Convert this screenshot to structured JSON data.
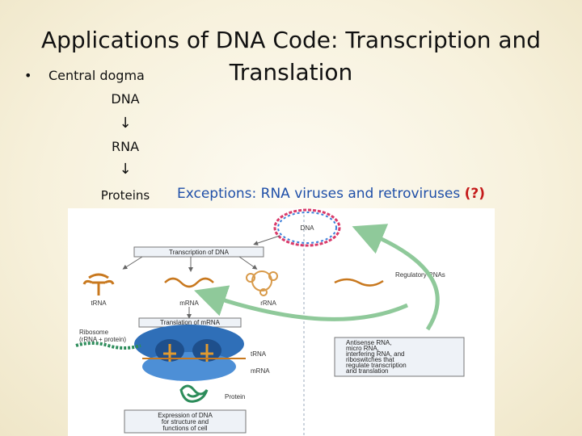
{
  "slide": {
    "title_line1": "Applications of DNA Code: Transcription and",
    "title_line2": "Translation",
    "bullet": "Central dogma",
    "dogma": {
      "dna": "DNA",
      "arrow1": "↓",
      "rna": "RNA",
      "arrow2": "↓",
      "proteins": "Proteins"
    },
    "exceptions_text": "Exceptions:  RNA viruses and retroviruses ",
    "exceptions_mark": "(?)"
  },
  "figure": {
    "dna_label": "DNA",
    "transcription_box": "Transcription of DNA",
    "trna_label": "tRNA",
    "mrna_label": "mRNA",
    "rrna_label": "rRNA",
    "regulatory_label": "Regulatory RNAs",
    "translation_box": "Translation of mRNA",
    "ribosome_label_1": "Ribosome",
    "ribosome_label_2": "(rRNA + protein)",
    "trna_label_2": "tRNA",
    "mrna_label_2": "mRNA",
    "protein_label": "Protein",
    "antisense_lines": [
      "Antisense RNA,",
      "micro RNA,",
      "interfering RNA, and",
      "riboswitches that",
      "regulate transcription",
      "and translation"
    ],
    "expression_lines": [
      "Expression of DNA",
      "for structure and",
      "functions of cell"
    ]
  },
  "colors": {
    "accent_blue": "#1f4fa8",
    "question_red": "#c41a1a",
    "figure_box_gray": "#8a8a8a",
    "arrow_green": "#8fc99a"
  }
}
